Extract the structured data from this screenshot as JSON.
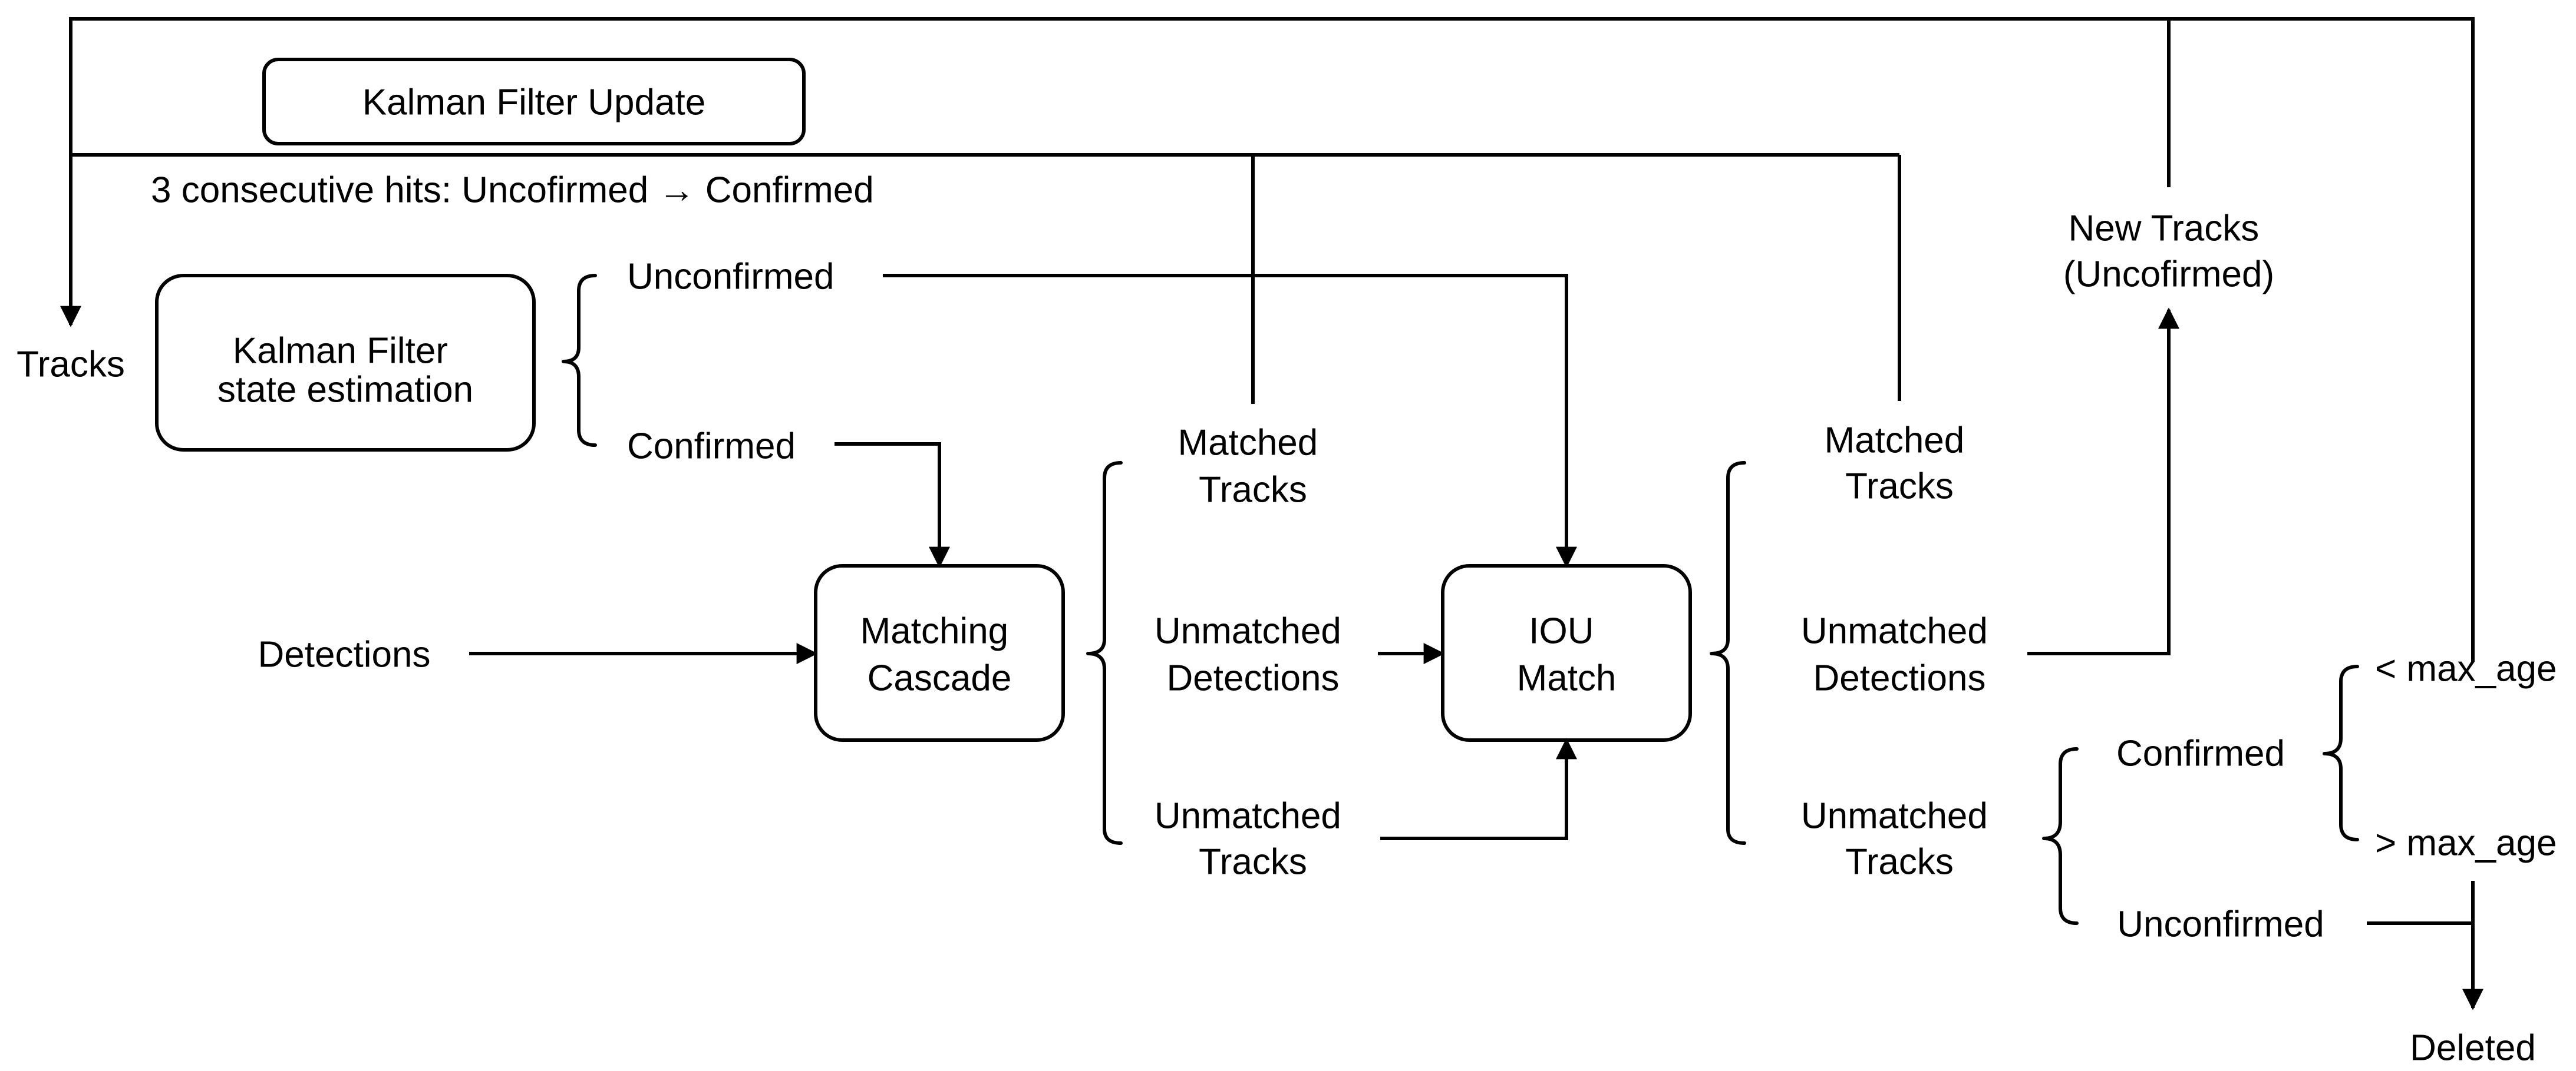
{
  "nodes": {
    "tracks": "Tracks",
    "kalman_state": [
      "Kalman Filter",
      "state estimation"
    ],
    "kalman_update": "Kalman Filter Update",
    "hits_note": "3 consecutive hits: Uncofirmed → Confirmed",
    "unconfirmed_top": "Unconfirmed",
    "confirmed_top": "Confirmed",
    "detections": "Detections",
    "matching_cascade": [
      "Matching",
      "Cascade"
    ],
    "matched_tracks_1": [
      "Matched",
      "Tracks"
    ],
    "unmatched_detections_1": [
      "Unmatched",
      "Detections"
    ],
    "unmatched_tracks_1": [
      "Unmatched",
      "Tracks"
    ],
    "iou_match": [
      "IOU",
      "Match"
    ],
    "matched_tracks_2": [
      "Matched",
      "Tracks"
    ],
    "unmatched_detections_2": [
      "Unmatched",
      "Detections"
    ],
    "unmatched_tracks_2": [
      "Unmatched",
      "Tracks"
    ],
    "new_tracks": [
      "New Tracks",
      "(Uncofirmed)"
    ],
    "confirmed_bottom": "Confirmed",
    "unconfirmed_bottom": "Unconfirmed",
    "lt_max_age": "< max_age",
    "gt_max_age": "> max_age",
    "deleted": "Deleted"
  }
}
